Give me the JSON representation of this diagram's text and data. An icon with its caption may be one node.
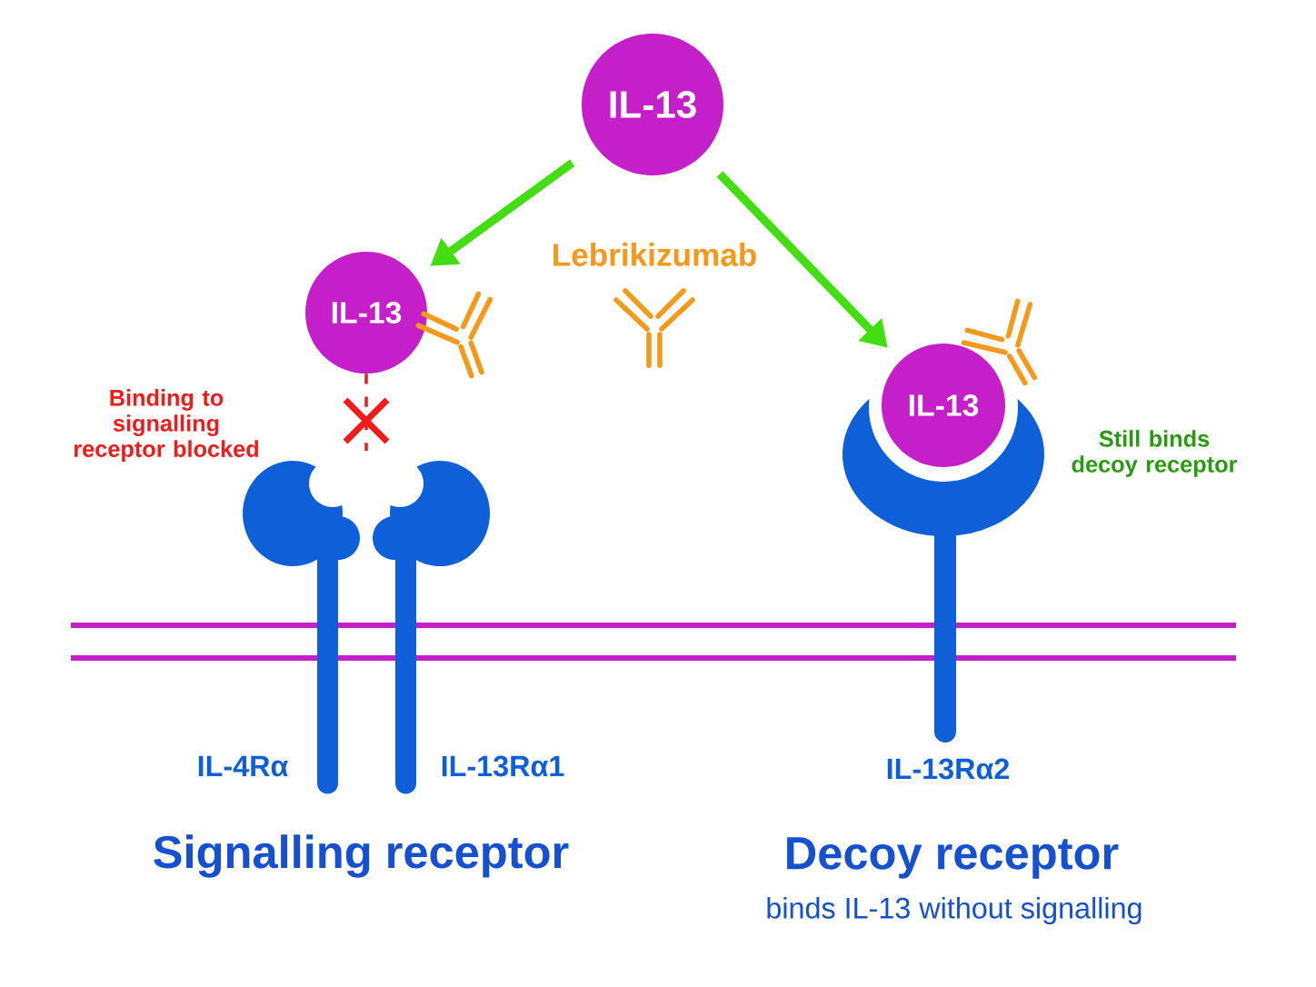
{
  "diagram": {
    "nodes": [
      {
        "text": [
          "IL-13"
        ]
      },
      {
        "text": [
          "IL-13"
        ]
      },
      {
        "text": [
          "IL-13"
        ]
      }
    ],
    "edges": [
      {
        "from": 0,
        "to": 1,
        "arrow": "to"
      },
      {
        "from": 0,
        "to": 2,
        "arrow": "to"
      },
      {
        "from": 1,
        "to": null,
        "arrow": "none",
        "style": "dashed",
        "color": "#ee1c1c"
      }
    ],
    "labels": [
      "Lebrikizumab",
      "Binding to signalling receptor blocked",
      "Still binds decoy receptor",
      "IL-4Rα",
      "IL-13Rα1",
      "IL-13Rα2",
      "Signalling receptor",
      "Decoy receptor",
      "binds IL-13 without signalling"
    ]
  }
}
